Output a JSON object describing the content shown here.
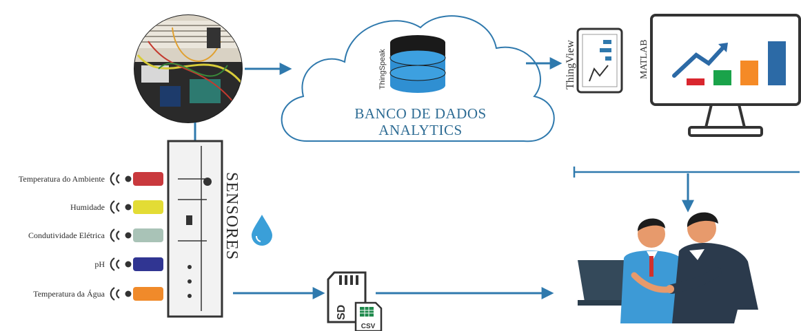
{
  "cloud": {
    "brand": "ThingSpeak",
    "title_line1": "BANCO DE DADOS",
    "title_line2": "ANALYTICS"
  },
  "apps": {
    "thingview": "ThingView",
    "matlab": "MATLAB"
  },
  "device": {
    "label": "SENSORES"
  },
  "sensors": [
    {
      "label": "Temperatura do Ambiente",
      "color": "#c9393d"
    },
    {
      "label": "Humidade",
      "color": "#e3dc35"
    },
    {
      "label": "Condutividade Elétrica",
      "color": "#a9c3b7"
    },
    {
      "label": "pH",
      "color": "#303592"
    },
    {
      "label": "Temperatura da Água",
      "color": "#f08a2a"
    }
  ],
  "storage": {
    "sd": "SD",
    "csv": "CSV"
  },
  "colors": {
    "accent": "#2e6c94",
    "arrow": "#2f79ad",
    "db_blue": "#2f8fd2",
    "chart_red": "#d9262e",
    "chart_green": "#1aa34a",
    "chart_orange": "#f58a26",
    "chart_blue": "#2c6aa6"
  }
}
